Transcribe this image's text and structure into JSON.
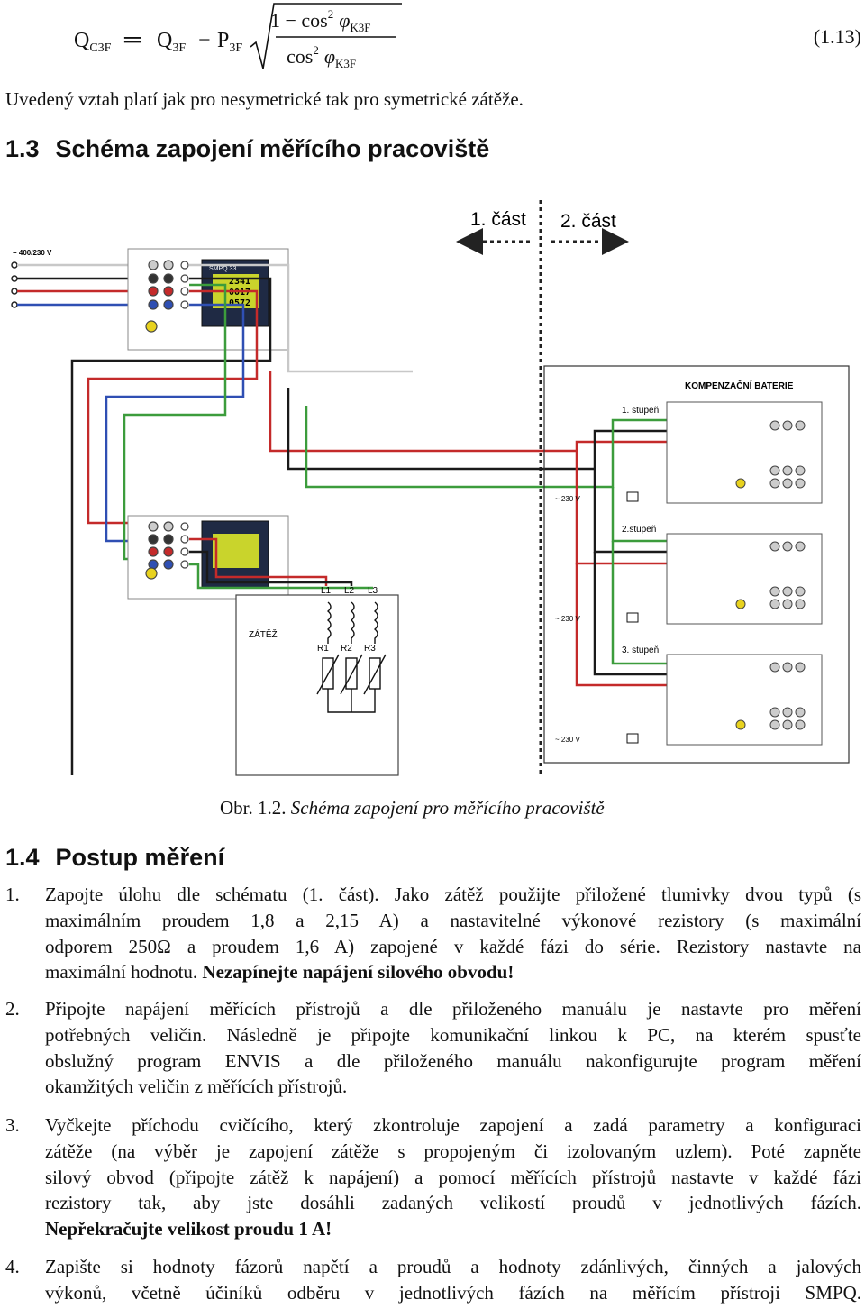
{
  "equation": {
    "lhs_main": "Q",
    "lhs_sub": "C3F",
    "eq_sign": "═",
    "q_main": "Q",
    "q_sub": "3F",
    "minus": "−",
    "p_main": "P",
    "p_sub": "3F",
    "numerator": "1 − cos",
    "num_exp": "2",
    "phi": "φ",
    "phi_sub": "K3F",
    "denominator": "cos",
    "den_exp": "2",
    "number": "(1.13)"
  },
  "intro_text": "Uvedený vztah platí jak pro nesymetrické tak pro symetrické zátěže.",
  "section_13": {
    "number": "1.3",
    "title": "Schéma zapojení měřícího pracoviště"
  },
  "diagram": {
    "part1": "1. část",
    "part2": "2. část",
    "supply": "~ 400/230 V",
    "meter_label": "SMPQ 33",
    "display_values": [
      "2341",
      "0017",
      "0572"
    ],
    "battery_title": "KOMPENZAČNÍ BATERIE",
    "stage1": "1. stupeň",
    "stage2": "2.stupeň",
    "stage3": "3. stupeň",
    "v230": "~ 230 V",
    "load_title": "ZÁTĚŽ",
    "inductors": [
      "L1",
      "L2",
      "L3"
    ],
    "resistors": [
      "R1",
      "R2",
      "R3"
    ]
  },
  "caption": {
    "prefix": "Obr. 1.2.",
    "text": "Schéma zapojení pro měřícího pracoviště"
  },
  "section_14": {
    "number": "1.4",
    "title": "Postup měření"
  },
  "steps": [
    {
      "num": "1.",
      "lines": [
        "Zapojte úlohu dle schématu (1. část). Jako zátěž použijte přiložené tlumivky dvou typů (s",
        "maximálním proudem 1,8 a 2,15 A) a nastavitelné výkonové rezistory (s maximální",
        "odporem 250Ω a proudem 1,6 A) zapojené v každé fázi do série. Rezistory nastavte na"
      ],
      "last_plain": "maximální hodnotu. ",
      "last_bold": "Nezapínejte napájení silového obvodu!"
    },
    {
      "num": "2.",
      "lines": [
        "Připojte napájení měřících přístrojů a dle přiloženého manuálu je nastavte pro měření",
        "potřebných veličin. Následně je připojte komunikační linkou k PC, na kterém spusťte",
        "obslužný program ENVIS a dle přiloženého manuálu nakonfigurujte program měření",
        "okamžitých veličin z měřících přístrojů."
      ]
    },
    {
      "num": "3.",
      "lines": [
        "Vyčkejte příchodu cvičícího, který zkontroluje zapojení a zadá parametry a konfiguraci",
        "zátěže (na výběr je zapojení zátěže s propojeným či izolovaným uzlem). Poté zapněte",
        "silový obvod (připojte zátěž k napájení) a pomocí měřících přístrojů nastavte v každé fázi",
        "rezistory tak, aby jste dosáhli zadaných velikostí proudů v jednotlivých fázích."
      ],
      "bold_line": "Nepřekračujte velikost proudu 1 A!"
    },
    {
      "num": "4.",
      "lines": [
        "Zapište si hodnoty fázorů napětí a proudů a hodnoty zdánlivých, činných a jalových",
        "výkonů, včetně účiníků odběru v jednotlivých fázích na měřícím přístroji SMPQ."
      ]
    }
  ]
}
